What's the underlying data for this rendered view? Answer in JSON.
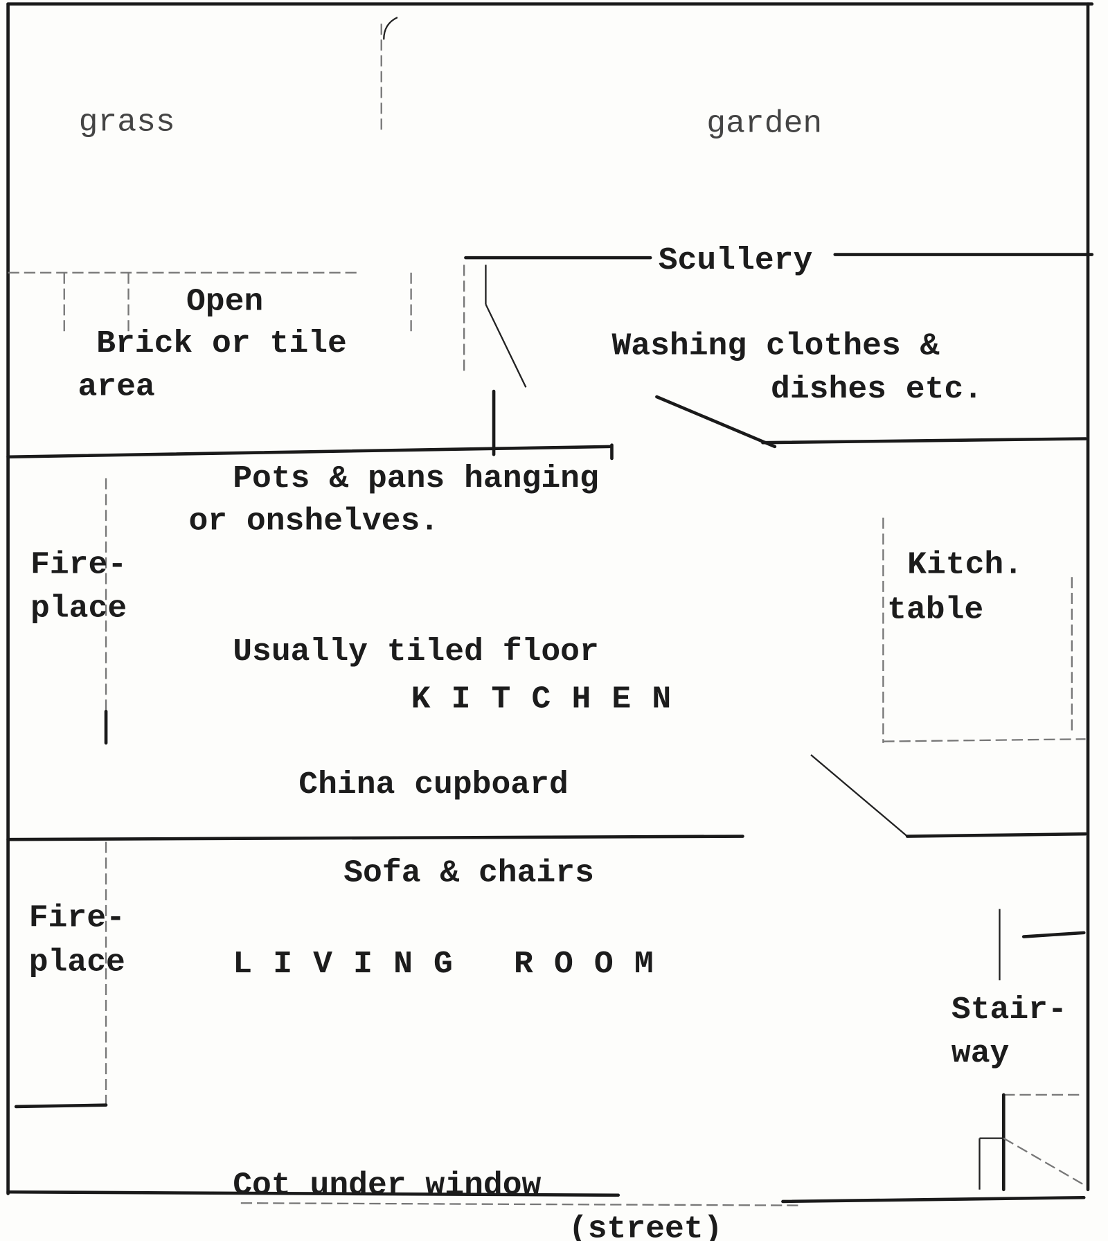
{
  "plan": {
    "outdoor": {
      "grass": "grass",
      "garden": "garden"
    },
    "open_area": {
      "line1": "Open",
      "line2": "Brick or tile",
      "line3": "area"
    },
    "scullery": {
      "title": "Scullery",
      "line1": "Washing clothes &",
      "line2": "dishes  etc."
    },
    "kitchen": {
      "pots_line1": "Pots & pans hanging",
      "pots_line2": "or onshelves.",
      "fireplace_line1": "Fire-",
      "fireplace_line2": "place",
      "floor": "Usually tiled floor",
      "title": "KITCHEN",
      "table_line1": "Kitch.",
      "table_line2": "table",
      "cupboard": "China cupboard"
    },
    "living_room": {
      "furniture": "Sofa & chairs",
      "fireplace_line1": "Fire-",
      "fireplace_line2": "place",
      "title": "LIVING ROOM",
      "stair_line1": "Stair-",
      "stair_line2": "way",
      "cot": "Cot under window"
    },
    "street": "(street)"
  }
}
